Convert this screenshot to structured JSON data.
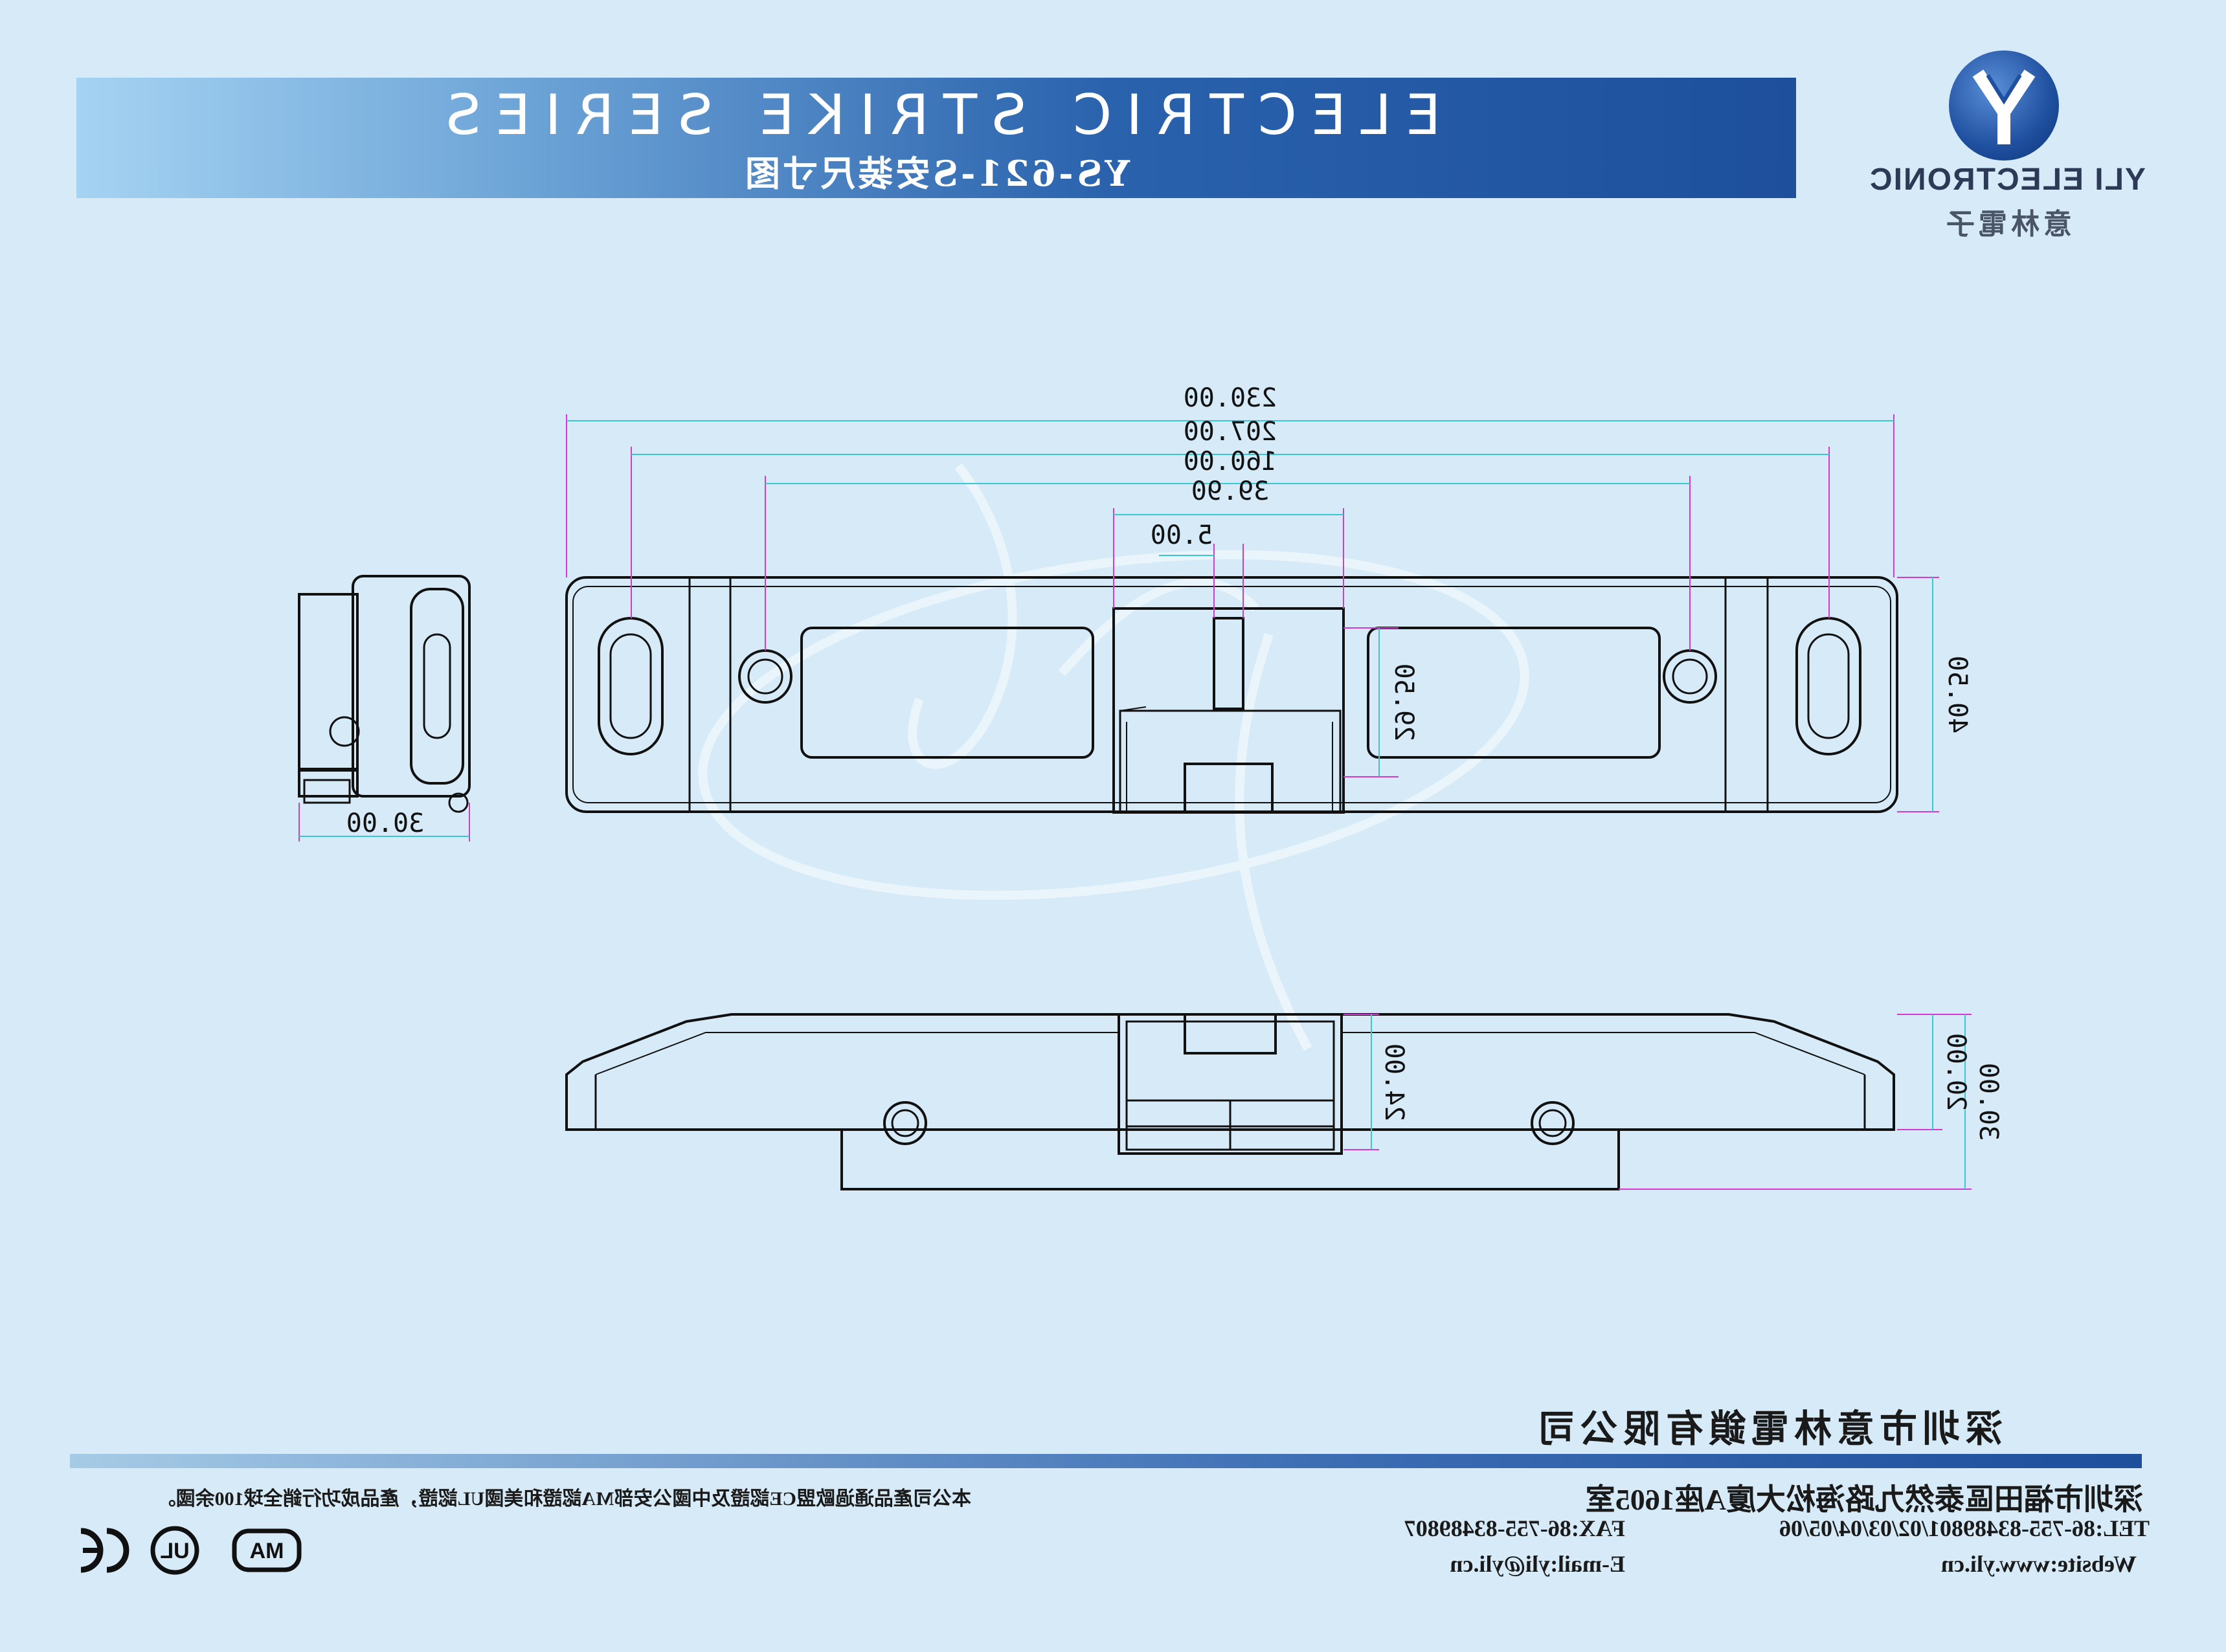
{
  "header": {
    "series_title": "ELECTRIC STRIKE SERIES",
    "drawing_title": "YS-621-S安装尺寸图"
  },
  "logo": {
    "text_en": "YLI ELECTRONIC",
    "text_cn": "意林電子",
    "icon": "yli-logo-icon"
  },
  "dimensions": {
    "overall_length": "230.00",
    "mount_slot_pitch": "207.00",
    "screw_hole_pitch": "160.00",
    "center_body_width": "39.90",
    "latch_width": "5.00",
    "faceplate_height": "40.50",
    "opening_height": "29.50",
    "side_depth": "30.00",
    "body_height": "24.00",
    "step_height": "20.00",
    "total_depth": "30.00"
  },
  "footer": {
    "company_name": "深圳市意林電鎖有限公司",
    "address": "深圳市福田區泰然九路海松大廈A座1605室",
    "tel": "TEL:86-755-83489801/02/03/04/05/06",
    "fax": "FAX:86-755-83489807",
    "website": "Website:www.yli.cn",
    "email": "E-mail:yli@yli.cn",
    "certification_note": "本公司產品通過歐盟CE認證及中國公安部MA認證和美國UL認證，產品成功行銷全球100余國。",
    "cert_marks": [
      "CE",
      "UL",
      "MA"
    ]
  },
  "colors": {
    "banner_dark": "#1d4f9c",
    "banner_light": "#a5d3f2",
    "dim_magenta": "#d23ad2",
    "dim_cyan": "#37c8d4",
    "background": "#d6ebf7"
  }
}
